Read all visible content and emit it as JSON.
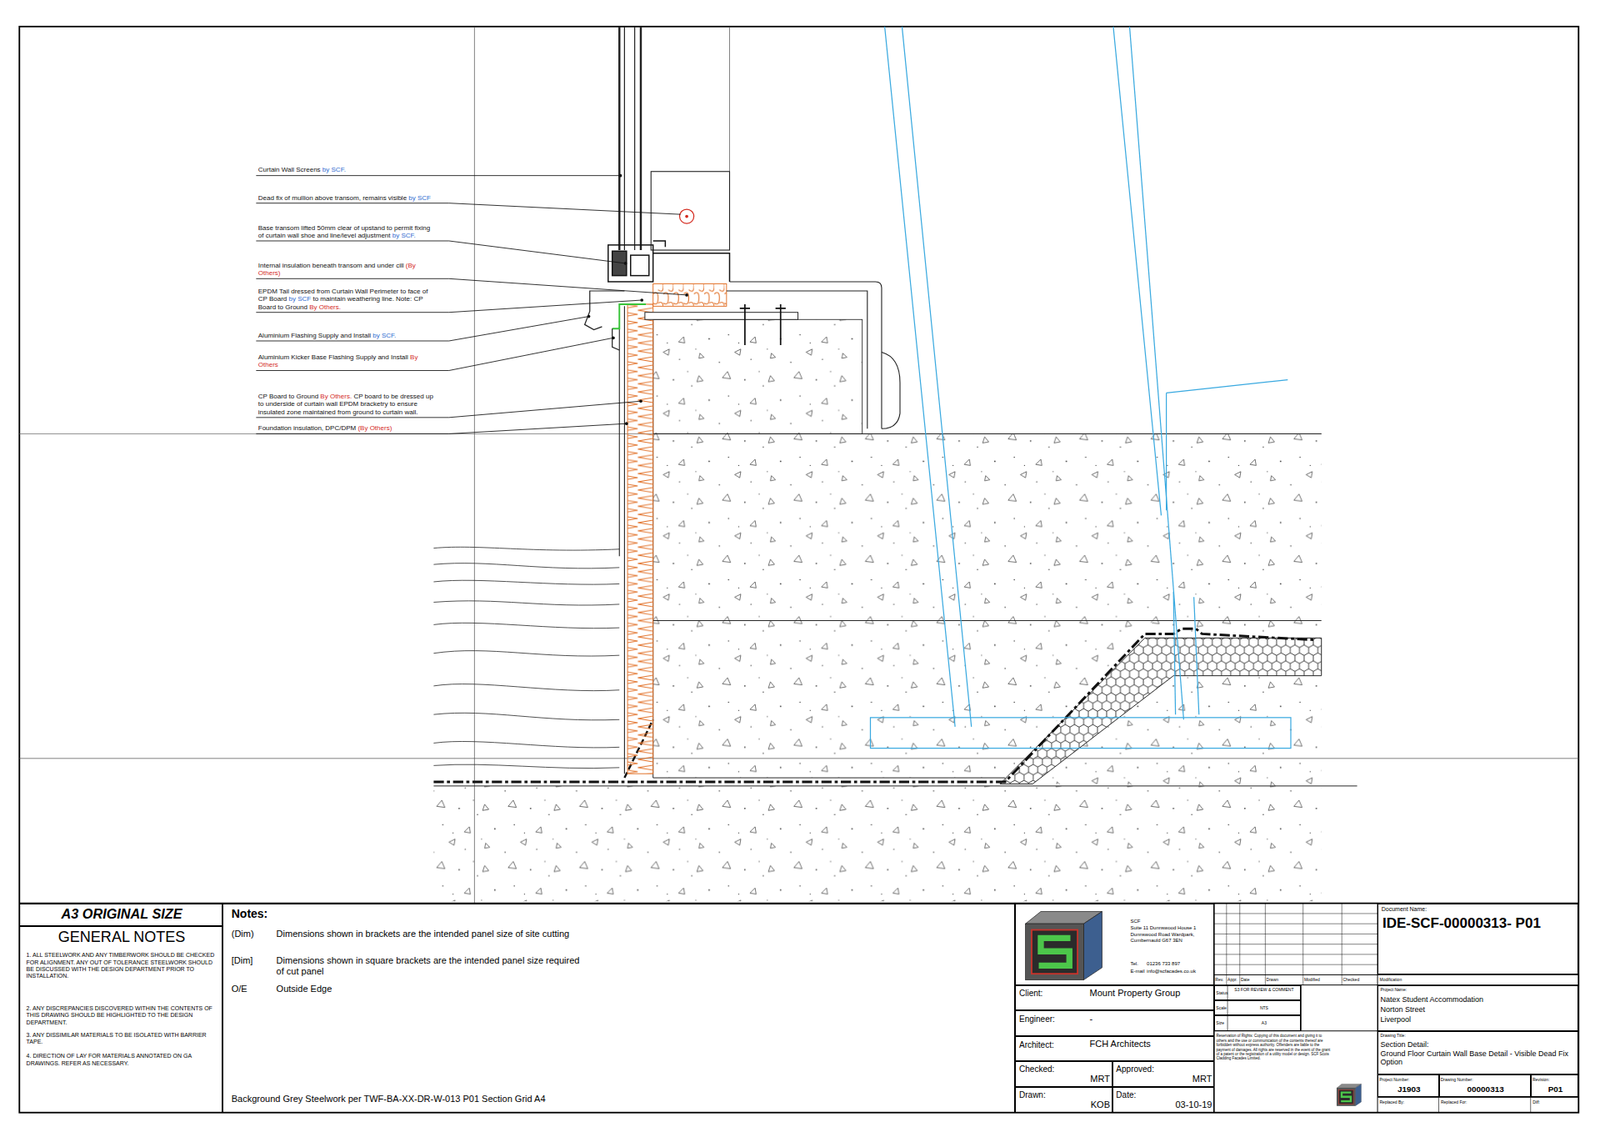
{
  "diagram": {
    "nodes": [
      {
        "text": [
          "A3 ORIGINAL SIZE"
        ]
      },
      {
        "text": [
          "GENERAL NOTES",
          "1. ALL STEELWORK AND ANY TIMBERWORK SHOULD BE CHECKED FOR ALIGNMENT. ANY OUT OF TOLERANCE STEELWORK SHOULD BE DISCUSSED WITH THE DESIGN DEPARTMENT PRIOR TO INSTALLATION.",
          "2. ANY DISCREPANCIES DISCOVERED WITHIN THE CONTENTS OF THIS DRAWING SHOULD BE HIGHLIGHTED TO THE DESIGN DEPARTMENT.",
          "3. ANY DISSIMILAR MATERIALS TO BE ISOLATED WITH BARRIER TAPE.",
          "4. DIRECTION OF LAY FOR MATERIALS ANNOTATED ON GA DRAWINGS. REFER AS NECESSARY."
        ]
      },
      {
        "text": [
          "Notes:",
          "(Dim)",
          "Dimensions shown in brackets are the intended panel size of site cutting",
          "[Dim]",
          "Dimensions shown in square brackets are the intended panel size required of cut panel",
          "O/E",
          "Outside Edge",
          "Background Grey Steelwork per TWF-BA-XX-DR-W-013 P01 Section Grid A4"
        ]
      },
      {
        "text": [
          "SCF",
          "Suite 11 Dunnswood House 1 Dunnswood Road Wardpark, Cumbernauld G67 3EN",
          "Tel.",
          "01236 733 897",
          "E-mail",
          "info@scfacades.co.uk"
        ]
      },
      {
        "text": [
          "Client:",
          "Mount Property Group"
        ]
      },
      {
        "text": [
          "Engineer:",
          "-"
        ]
      },
      {
        "text": [
          "Architect:",
          "FCH Architects"
        ]
      },
      {
        "text": [
          "Checked:",
          "MRT"
        ]
      },
      {
        "text": [
          "Approved:",
          "MRT"
        ]
      },
      {
        "text": [
          "Drawn:",
          "KOB"
        ]
      },
      {
        "text": [
          "Date:",
          "03-10-19"
        ]
      },
      {
        "text": [
          "Status",
          "S3 FOR REVIEW & COMMENT"
        ]
      },
      {
        "text": [
          "Scale",
          "NTS"
        ]
      },
      {
        "text": [
          "Size",
          "A3"
        ]
      },
      {
        "text": [
          "Document Name:",
          "IDE-SCF-00000313- P01"
        ]
      },
      {
        "text": [
          "Project Name:",
          "Natex Student Accommodation",
          "Norton Street",
          "Liverpool"
        ]
      },
      {
        "text": [
          "Drawing Title:",
          "Section Detail:",
          "Ground Floor Curtain Wall Base Detail - Visible Dead Fix Option"
        ]
      },
      {
        "text": [
          "Project Number:",
          "J1903"
        ]
      },
      {
        "text": [
          "Drawing Number:",
          "00000313"
        ]
      },
      {
        "text": [
          "Revision:",
          "P01"
        ]
      }
    ],
    "labels": [
      "Curtain Wall Screens",
      "by SCF.",
      "Dead fix of mullion above transom, remains visible",
      "by SCF",
      "Base transom lifted 50mm clear of upstand to permit fixing of curtain wall shoe and line/level adjustment",
      "by SCF.",
      "Internal insulation beneath transom and under cill",
      "(By Others)",
      "EPDM Tail dressed from Curtain Wall Perimeter to face of CP Board",
      "by SCF",
      "to maintain weathering line. Note: CP Board to Ground",
      "By Others.",
      "Aluminium Flashing Supply and Install",
      "by SCF.",
      "Aluminium Kicker Base Flashing Supply and Install",
      "By Others",
      "CP Board to Ground",
      "By Others.",
      "CP board to be dressed up to underside of curtain wall EPDM bracketry to ensure insulated zone maintained from ground to curtain wall.",
      "Foundation insulation, DPC/DPM",
      "(By Others)",
      "Rev.",
      "Appr.",
      "Date",
      "Drawn",
      "Modified",
      "Checked",
      "Modification",
      "Reservation of Rights: Copying of this document and giving it to others and the use or communication of the contents thereof are forbidden without express authority. Offenders are liable to the payment of damages. All rights are reserved in the event of the grant of a patent or the registration of a utility model or design. SCF Scots Cladding Facades Limited.",
      "Replaced By:",
      "Replaced For:",
      "Diff:"
    ]
  }
}
